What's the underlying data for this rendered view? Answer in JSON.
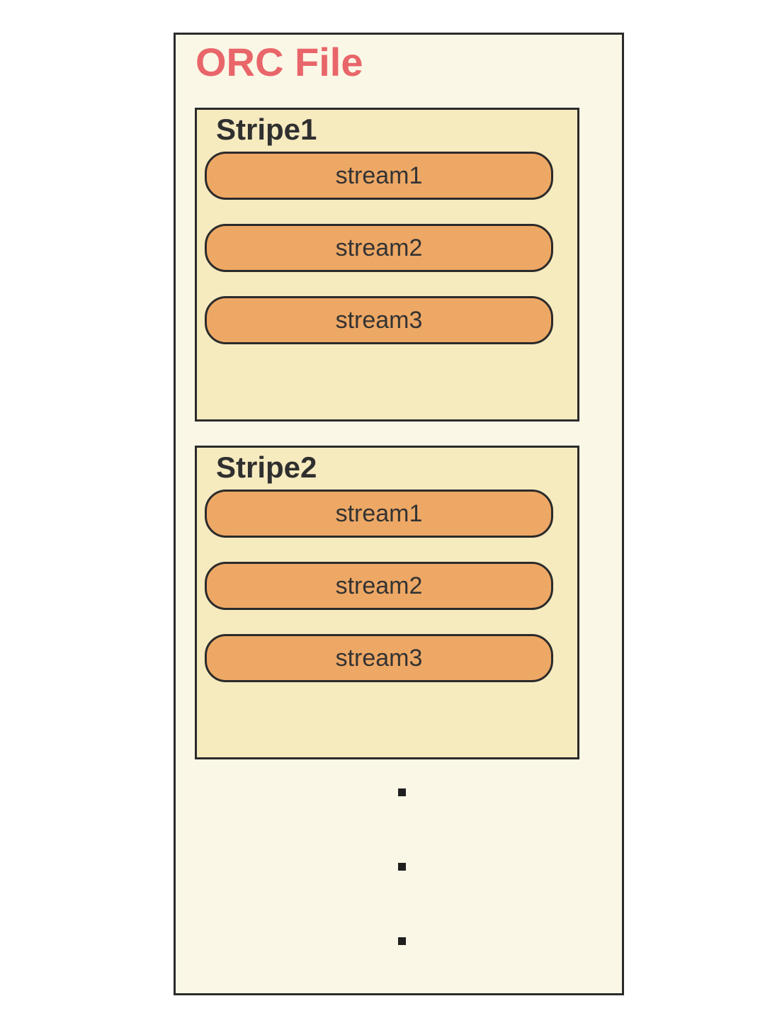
{
  "orc_file": {
    "title": "ORC File",
    "title_color": "#e8666a"
  },
  "stripes": [
    {
      "title": "Stripe1",
      "streams": [
        "stream1",
        "stream2",
        "stream3"
      ]
    },
    {
      "title": "Stripe2",
      "streams": [
        "stream1",
        "stream2",
        "stream3"
      ]
    }
  ],
  "colors": {
    "file_bg": "#fbf7e6",
    "stripe_bg": "#f6eabf",
    "stream_fill": "#eea865",
    "border": "#2b2b2b"
  }
}
